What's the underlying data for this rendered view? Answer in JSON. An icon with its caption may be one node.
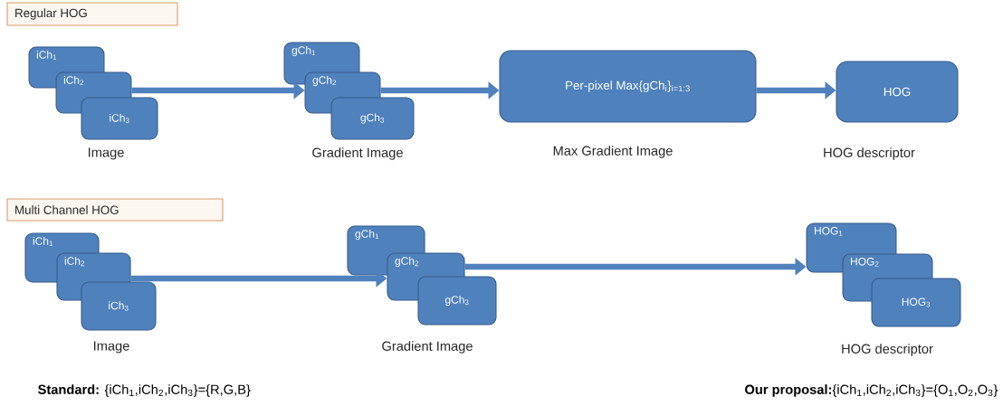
{
  "diagram": {
    "nodes": [
      {
        "text": [
          "Regular HOG"
        ]
      },
      {
        "text": [
          "iCh$_{1}$"
        ]
      },
      {
        "text": [
          "iCh$_{2}$"
        ]
      },
      {
        "text": [
          "iCh$_{3}$"
        ],
        "beside": [
          "Image"
        ]
      },
      {
        "text": [
          "gCh$_{1}$"
        ]
      },
      {
        "text": [
          "gCh$_{2}$"
        ]
      },
      {
        "text": [
          "gCh$_{3}$"
        ],
        "beside": [
          "Gradient Image"
        ]
      },
      {
        "text": [
          "Per-pixel Max{gCh$_{i}$}$_{i=1:3}$"
        ],
        "beside": [
          "Max Gradient Image"
        ]
      },
      {
        "text": [
          "HOG"
        ],
        "beside": [
          "HOG descriptor"
        ]
      },
      {
        "text": [
          "Multi Channel HOG"
        ]
      },
      {
        "text": [
          "iCh$_{1}$"
        ]
      },
      {
        "text": [
          "iCh$_{2}$"
        ]
      },
      {
        "text": [
          "iCh$_{3}$"
        ],
        "beside": [
          "Image"
        ]
      },
      {
        "text": [
          "gCh$_{1}$"
        ]
      },
      {
        "text": [
          "gCh$_{2}$"
        ]
      },
      {
        "text": [
          "gCh$_{3}$"
        ],
        "beside": [
          "Gradient Image"
        ]
      },
      {
        "text": [
          "HOG$_{1}$"
        ]
      },
      {
        "text": [
          "HOG$_{2}$"
        ]
      },
      {
        "text": [
          "HOG$_{3}$"
        ],
        "beside": [
          "HOG descriptor"
        ]
      }
    ],
    "edges": [
      {
        "from": 2,
        "to": 5,
        "arrow": "to"
      },
      {
        "from": 5,
        "to": 7,
        "arrow": "to"
      },
      {
        "from": 7,
        "to": 8,
        "arrow": "to"
      },
      {
        "from": 11,
        "to": 14,
        "arrow": "to"
      },
      {
        "from": 14,
        "to": 16,
        "arrow": "to"
      }
    ],
    "labels": [
      "**Standard:** {iCh$_{1}$,iCh$_{2}$,iCh$_{3}$}={R,G,B}",
      "**Our proposal:**{iCh$_{1}$,iCh$_{2}$,iCh$_{3}$}={O$_{1}$,O$_{2}$,O$_{3}$}"
    ]
  }
}
